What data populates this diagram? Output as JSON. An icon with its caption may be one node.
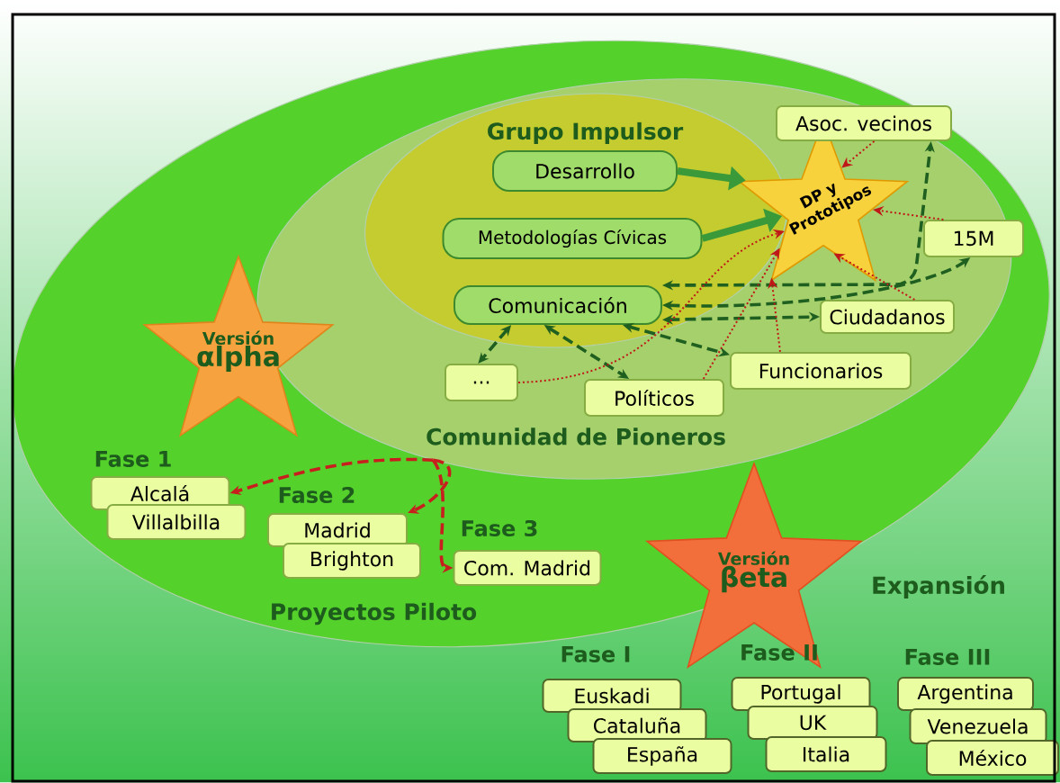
{
  "diagram": {
    "nodes": [
      {
        "text": [
          "Proyectos Piloto"
        ]
      },
      {
        "text": [
          "Comunidad de Pioneros"
        ],
        "in": 0
      },
      {
        "text": [
          "Grupo Impulsor"
        ],
        "in": 1
      },
      {
        "text": [
          "Desarrollo"
        ],
        "in": 2
      },
      {
        "text": [
          "Metodologías Cívicas"
        ],
        "in": 2
      },
      {
        "text": [
          "Comunicación"
        ],
        "in": 2
      },
      {
        "text": [
          "DP y Prototipos"
        ],
        "in": 1
      },
      {
        "text": [
          "Asoc. vecinos"
        ],
        "in": 1
      },
      {
        "text": [
          "15M"
        ],
        "in": 1
      },
      {
        "text": [
          "Ciudadanos"
        ],
        "in": 1
      },
      {
        "text": [
          "Funcionarios"
        ],
        "in": 1
      },
      {
        "text": [
          "Políticos"
        ],
        "in": 1
      },
      {
        "text": [
          "..."
        ],
        "in": 1
      },
      {
        "text": [
          "Versión",
          "αlpha"
        ],
        "in": 0
      },
      {
        "text": [
          "Alcalá"
        ],
        "in": 0
      },
      {
        "text": [
          "Villalbilla"
        ],
        "in": 0
      },
      {
        "text": [
          "Madrid"
        ],
        "in": 0
      },
      {
        "text": [
          "Brighton"
        ],
        "in": 0
      },
      {
        "text": [
          "Com. Madrid"
        ],
        "in": 0
      },
      {
        "text": [
          "Versión",
          "βeta"
        ]
      },
      {
        "text": [
          "Euskadi"
        ]
      },
      {
        "text": [
          "Cataluña"
        ]
      },
      {
        "text": [
          "España"
        ]
      },
      {
        "text": [
          "Portugal"
        ]
      },
      {
        "text": [
          "UK"
        ]
      },
      {
        "text": [
          "Italia"
        ]
      },
      {
        "text": [
          "Argentina"
        ]
      },
      {
        "text": [
          "Venezuela"
        ]
      },
      {
        "text": [
          "México"
        ]
      }
    ],
    "edges": [
      {
        "from": 3,
        "to": 6,
        "arrow": "to",
        "style": "thick",
        "color": "#3a9a3a"
      },
      {
        "from": 4,
        "to": 6,
        "arrow": "to",
        "style": "thick",
        "color": "#3a9a3a"
      },
      {
        "from": 5,
        "to": 7,
        "arrow": "both",
        "style": "dashed",
        "color": "#1f5f1f"
      },
      {
        "from": 5,
        "to": 8,
        "arrow": "both",
        "style": "dashed",
        "color": "#1f5f1f"
      },
      {
        "from": 5,
        "to": 9,
        "arrow": "both",
        "style": "dashed",
        "color": "#1f5f1f"
      },
      {
        "from": 5,
        "to": 12,
        "arrow": "both",
        "style": "dashed",
        "color": "#1f5f1f"
      },
      {
        "from": 5,
        "to": 11,
        "arrow": "both",
        "style": "dashed",
        "color": "#1f5f1f"
      },
      {
        "from": 5,
        "to": 10,
        "arrow": "both",
        "style": "dashed",
        "color": "#1f5f1f"
      },
      {
        "from": 12,
        "to": 6,
        "arrow": "to",
        "style": "dashed",
        "color": "#c01818"
      },
      {
        "from": 11,
        "to": 6,
        "arrow": "to",
        "style": "dashed",
        "color": "#c01818"
      },
      {
        "from": 10,
        "to": 6,
        "arrow": "to",
        "style": "dashed",
        "color": "#c01818"
      },
      {
        "from": 9,
        "to": 6,
        "arrow": "to",
        "style": "dashed",
        "color": "#c01818"
      },
      {
        "from": 8,
        "to": 6,
        "arrow": "to",
        "style": "dashed",
        "color": "#c01818"
      },
      {
        "from": 7,
        "to": 6,
        "arrow": "to",
        "style": "dashed",
        "color": "#c01818"
      },
      {
        "from": 1,
        "to": 14,
        "arrow": "to",
        "style": "dashed",
        "color": "#c81e1e"
      },
      {
        "from": 1,
        "to": 16,
        "arrow": "to",
        "style": "dashed",
        "color": "#c81e1e"
      },
      {
        "from": 1,
        "to": 18,
        "arrow": "to",
        "style": "dashed",
        "color": "#c81e1e"
      }
    ],
    "labels": [
      "Fase 1",
      "Fase 2",
      "Fase 3",
      "Expansión",
      "Fase I",
      "Fase II",
      "Fase III"
    ]
  }
}
